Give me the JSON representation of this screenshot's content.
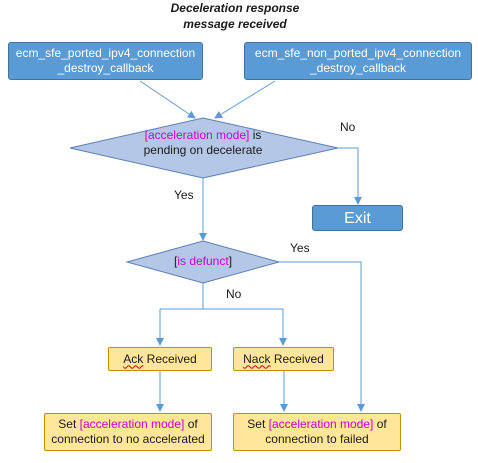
{
  "title": {
    "line1": "Deceleration response",
    "line2": "message received"
  },
  "nodes": {
    "ported_callback": {
      "line1": "ecm_sfe_ported_ipv4_connection",
      "line2": "_destroy_callback"
    },
    "non_ported_callback": {
      "line1": "ecm_sfe_non_ported_ipv4_connection",
      "line2": "_destroy_callback"
    },
    "decision_pending": {
      "highlight": "[acceleration mode]",
      "after": " is",
      "line2": "pending on decelerate"
    },
    "exit": {
      "label": "Exit"
    },
    "decision_defunct": {
      "open": "[",
      "highlight": "is defunct",
      "close": "]"
    },
    "ack_received": {
      "word": "Ack",
      "rest": " Received"
    },
    "nack_received": {
      "word": "Nack",
      "rest": " Received"
    },
    "set_no_accelerated": {
      "before": "Set ",
      "highlight": "[acceleration mode]",
      "after": " of",
      "line2": "connection to no accelerated"
    },
    "set_failed": {
      "before": "Set ",
      "highlight": "[acceleration mode]",
      "after": " of",
      "line2": "connection to failed"
    }
  },
  "edge_labels": {
    "pending_no": "No",
    "pending_yes": "Yes",
    "defunct_yes": "Yes",
    "defunct_no": "No"
  },
  "colors": {
    "process_fill": "#5b9bd5",
    "process_border": "#41719c",
    "decision_fill": "#b4c7e7",
    "decision_border": "#5b7fb5",
    "action_fill": "#ffe699",
    "action_border": "#bf9000",
    "connector": "#5b9bd5",
    "highlight_text": "#cc00cc"
  }
}
